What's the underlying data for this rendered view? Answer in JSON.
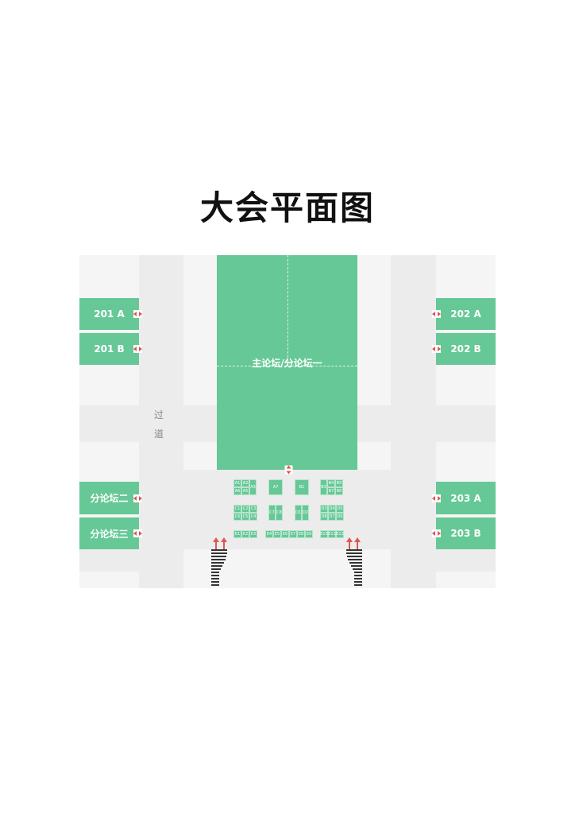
{
  "title": "大会平面图",
  "rooms": {
    "r201a": "201 A",
    "r201b": "201 B",
    "r202a": "202 A",
    "r202b": "202 B",
    "r203a": "203 A",
    "r203b": "203 B",
    "forum2": "分论坛二",
    "forum3": "分论坛三",
    "main": "主论坛/分论坛一"
  },
  "aisle": {
    "char1": "过",
    "char2": "道"
  },
  "booths": {
    "A1": "A1",
    "A2": "A2",
    "A3": "A3",
    "A5": "A5",
    "A6": "A6",
    "A7": "A7",
    "B1": "B1",
    "B3": "B3",
    "B4": "B4",
    "B5": "B5",
    "B7": "B7",
    "B6": "B6",
    "C1": "C1",
    "C2": "C2",
    "C3": "C3",
    "C4": "C4",
    "C5": "C5",
    "C6": "C6",
    "C7": "C7",
    "C8": "C8",
    "D1": "D1",
    "D2": "D2",
    "D3": "D3",
    "D4": "D4",
    "D5": "D5",
    "D6": "D6",
    "D7": "D7",
    "D8": "D8",
    "E1": "E1",
    "E2": "E2",
    "E3": "E3",
    "E4": "E4",
    "E5": "E5",
    "E6": "E6",
    "E7": "E7",
    "E8": "E8",
    "E9": "E9",
    "E10": "E10",
    "E11": "E11",
    "E12": "E12"
  },
  "colors": {
    "room": "#66c896",
    "door_arrow": "#e05555",
    "corridor": "#ececec",
    "floor": "#f5f5f5"
  }
}
